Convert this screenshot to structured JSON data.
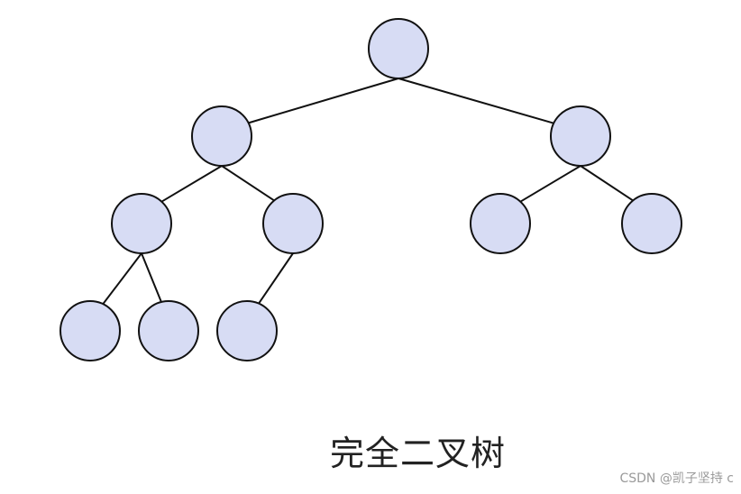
{
  "diagram": {
    "caption": "完全二叉树",
    "watermark": "CSDN @凯子坚持 c",
    "colors": {
      "node_fill": "#d7dcf4",
      "node_stroke": "#111111",
      "edge": "#111111",
      "caption": "#222222",
      "watermark": "#9a9a9a"
    },
    "nodes": [
      {
        "id": "n1"
      },
      {
        "id": "n2"
      },
      {
        "id": "n3"
      },
      {
        "id": "n4"
      },
      {
        "id": "n5"
      },
      {
        "id": "n6"
      },
      {
        "id": "n7"
      },
      {
        "id": "n8"
      },
      {
        "id": "n9"
      },
      {
        "id": "n10"
      }
    ],
    "edges": [
      {
        "from": "n1",
        "to": "n2"
      },
      {
        "from": "n1",
        "to": "n3"
      },
      {
        "from": "n2",
        "to": "n4"
      },
      {
        "from": "n2",
        "to": "n5"
      },
      {
        "from": "n3",
        "to": "n6"
      },
      {
        "from": "n3",
        "to": "n7"
      },
      {
        "from": "n4",
        "to": "n8"
      },
      {
        "from": "n4",
        "to": "n9"
      },
      {
        "from": "n5",
        "to": "n10"
      }
    ]
  }
}
